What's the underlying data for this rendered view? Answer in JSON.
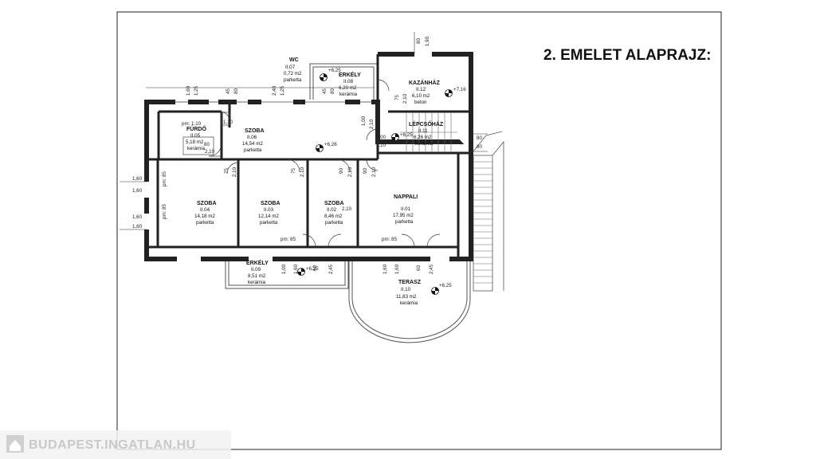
{
  "title": "2. EMELET ALAPRAJZ:",
  "watermark": "BUDAPEST.INGATLAN.HU",
  "rooms": [
    {
      "id": "furdo",
      "name": "FÜRDŐ",
      "code": "II.05",
      "area": "5,18 m2",
      "floor": "kerámia"
    },
    {
      "id": "szoba06",
      "name": "SZOBA",
      "code": "II.06",
      "area": "14,54 m2",
      "floor": "parketta"
    },
    {
      "id": "wc",
      "name": "WC",
      "code": "II.07",
      "area": "0,72 m2",
      "floor": "parketta"
    },
    {
      "id": "erkely08",
      "name": "ERKÉLY",
      "code": "II.08",
      "area": "6,20 m2",
      "floor": "kerámia"
    },
    {
      "id": "kazanhaz",
      "name": "KAZÁNHÁZ",
      "code": "II.12",
      "area": "6,10 m2",
      "floor": "beton"
    },
    {
      "id": "lepcsohaz",
      "name": "LÉPCSŐHÁZ",
      "code": "II.11",
      "area": "6,26 m2",
      "floor": "kerámia"
    },
    {
      "id": "szoba04",
      "name": "SZOBA",
      "code": "II.04",
      "area": "14,18 m2",
      "floor": "parketta"
    },
    {
      "id": "szoba03",
      "name": "SZOBA",
      "code": "II.03",
      "area": "12,14 m2",
      "floor": "parketta"
    },
    {
      "id": "szoba02",
      "name": "SZOBA",
      "code": "II.02",
      "area": "8,46 m2",
      "floor": "parketta"
    },
    {
      "id": "nappali",
      "name": "NAPPALI",
      "code": "II.01",
      "area": "17,95 m2",
      "floor": "parketta"
    },
    {
      "id": "erkely09",
      "name": "ERKÉLY",
      "code": "II.09",
      "area": "8,51 m2",
      "floor": "kerámia"
    },
    {
      "id": "terasz",
      "name": "TERASZ",
      "code": "II.10",
      "area": "11,83 m2",
      "floor": "kerámia"
    }
  ],
  "levels": {
    "l1": "+6,25",
    "l2": "+7,16",
    "l3": "+6,26",
    "l4": "+6,25",
    "l5": "+6,25",
    "l6": "+6,25"
  },
  "labels": {
    "pm110": "pm: 1,10",
    "pm85a": "pm: 85",
    "pm85b": "pm: 85",
    "pm85c": "pm: 85",
    "pm85d": "pm: 85"
  },
  "dims": {
    "d160": "1,60",
    "d125": "1,25",
    "d45": "45",
    "d80": "80",
    "d240": "2,40",
    "d80b": "80",
    "d190": "1,90",
    "d75": "75",
    "d210": "2,10",
    "d100": "1,00",
    "d110": "1,10",
    "d90": "90",
    "d60": "60",
    "d245": "2,45",
    "d85": "85"
  }
}
